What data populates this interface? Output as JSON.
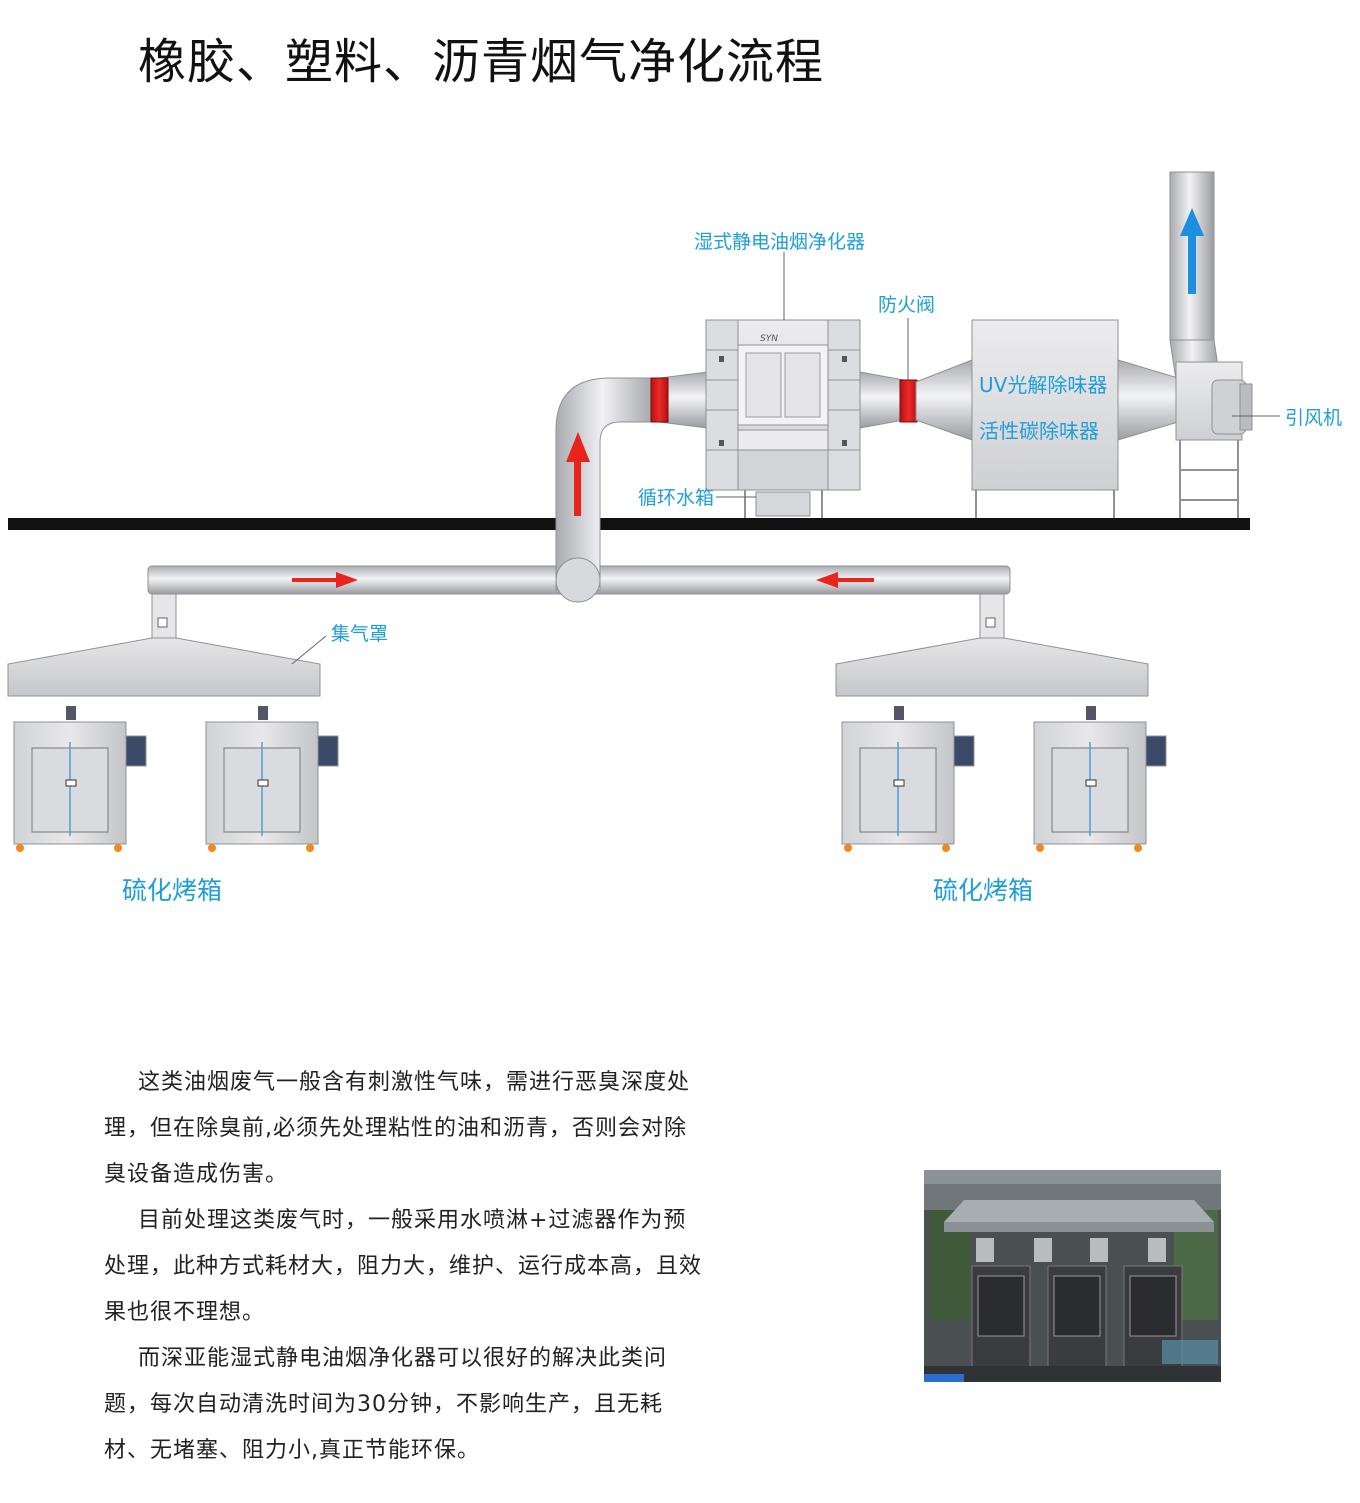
{
  "title": "橡胶、塑料、沥青烟气净化流程",
  "diagram": {
    "labels": {
      "purifier": "湿式静电油烟净化器",
      "fire_valve": "防火阀",
      "uv": "UV光解除味器",
      "carbon": "活性碳除味器",
      "fan": "引风机",
      "water_tank": "循环水箱",
      "hood": "集气罩",
      "oven_left": "硫化烤箱",
      "oven_right": "硫化烤箱"
    },
    "logo_text": "SYN",
    "colors": {
      "label": "#1f9ed9",
      "arrow_red": "#e8241c",
      "arrow_blue": "#1d8fe0",
      "damper_red": "#e21d1d",
      "floor": "#111111",
      "oven_foot": "#f08a1c"
    }
  },
  "description": {
    "paragraphs": [
      "这类油烟废气一般含有刺激性气味，需进行恶臭深度处理，但在除臭前,必须先处理粘性的油和沥青，否则会对除臭设备造成伤害。",
      "目前处理这类废气时，一般采用水喷淋+过滤器作为预处理，此种方式耗材大，阻力大，维护、运行成本高，且效果也很不理想。",
      "而深亚能湿式静电油烟净化器可以很好的解决此类问题，每次自动清洗时间为30分钟，不影响生产，且无耗材、无堵塞、阻力小,真正节能环保。"
    ]
  },
  "photo": {
    "icon": "factory-photo"
  }
}
